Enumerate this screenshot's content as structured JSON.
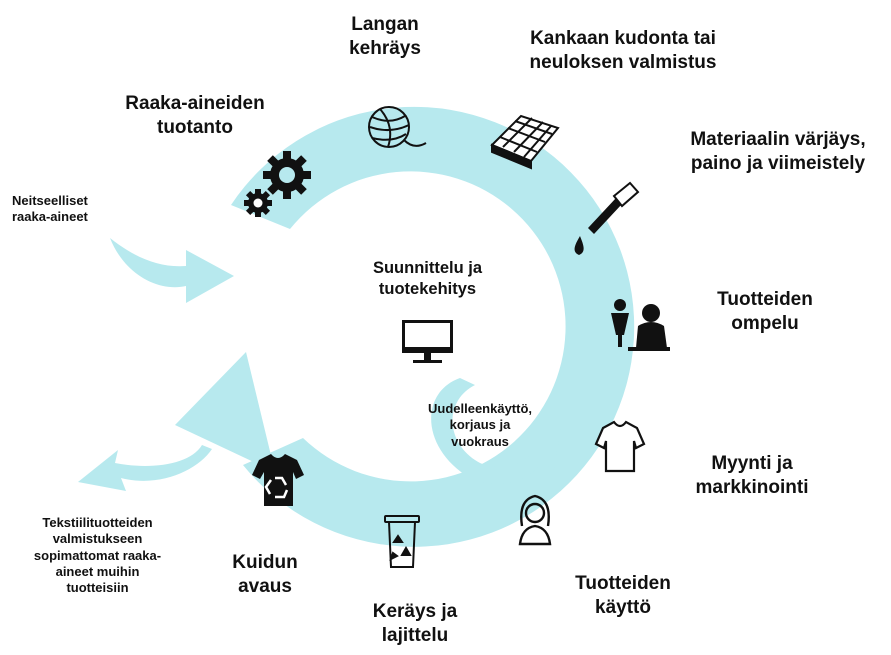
{
  "colors": {
    "arrow": "#b7e9ee",
    "icon": "#111111",
    "background": "#ffffff"
  },
  "stages": {
    "raw_materials": "Raaka-aineiden\ntuotanto",
    "yarn": "Langan\nkehräys",
    "fabric": "Kankaan kudonta tai\nneuloksen valmistus",
    "dyeing": "Materiaalin värjäys,\npaino ja viimeistely",
    "sewing": "Tuotteiden\nompelu",
    "sales": "Myynti ja\nmarkkinointi",
    "use": "Tuotteiden\nkäyttö",
    "collection": "Keräys ja\nlajittelu",
    "fiber_opening": "Kuidun\navaus"
  },
  "center": {
    "design": "Suunnittelu ja\ntuotekehitys",
    "reuse": "Uudelleenkäyttö,\nkorjaus ja\nvuokraus"
  },
  "inputs": {
    "virgin": "Neitseelliset\nraaka-aineet"
  },
  "outputs": {
    "other_products": "Tekstiilituotteiden\nvalmistukseen\nsopimattomat raaka-\naineet muihin\ntuotteisiin"
  },
  "icons": [
    "gear-icon",
    "yarn-ball-icon",
    "fabric-loom-icon",
    "dye-dropper-icon",
    "sewing-icon",
    "t-shirt-icon",
    "person-icon",
    "recycling-bin-icon",
    "recycled-shirt-icon",
    "monitor-icon"
  ]
}
